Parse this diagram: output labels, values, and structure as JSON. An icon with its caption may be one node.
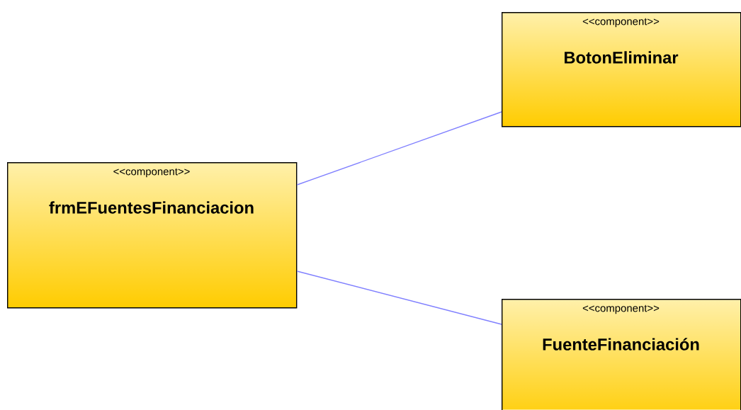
{
  "diagram": {
    "nodes": [
      {
        "text": [
          "<<component>>",
          "frmEFuentesFinanciacion"
        ]
      },
      {
        "text": [
          "<<component>>",
          "BotonEliminar"
        ]
      },
      {
        "text": [
          "<<component>>",
          "FuenteFinanciación"
        ]
      }
    ],
    "edges": [
      {
        "from": 0,
        "to": 1,
        "arrow": "none"
      },
      {
        "from": 0,
        "to": 2,
        "arrow": "none"
      }
    ]
  }
}
